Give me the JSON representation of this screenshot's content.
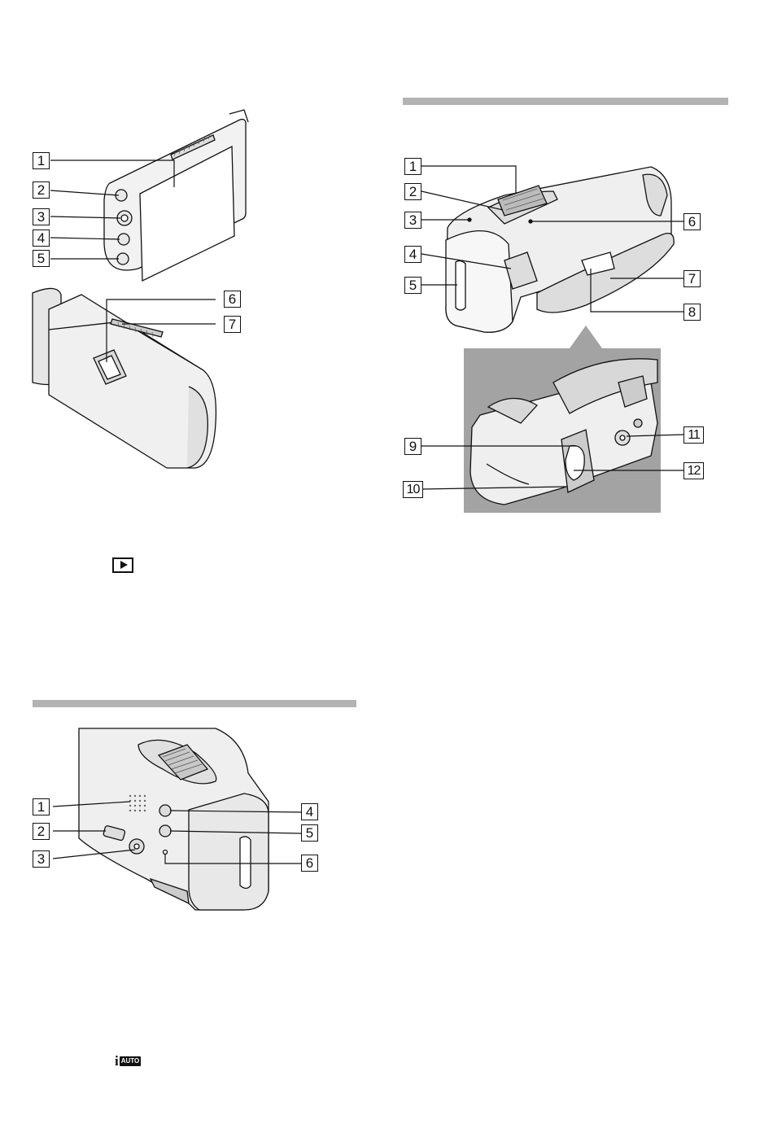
{
  "figures": [
    {
      "id": "lcd-panel",
      "callouts": [
        "1",
        "2",
        "3",
        "4",
        "5"
      ]
    },
    {
      "id": "lcd-back",
      "callouts": [
        "6",
        "7"
      ]
    },
    {
      "id": "rear-panel",
      "callouts": [
        "1",
        "2",
        "3",
        "4",
        "5",
        "6"
      ]
    },
    {
      "id": "top-side",
      "callouts": [
        "1",
        "2",
        "3",
        "4",
        "5",
        "6",
        "7",
        "8",
        "9",
        "10",
        "11",
        "12"
      ]
    }
  ],
  "icons": {
    "playback": "play-icon",
    "intelligent_auto": "iauto-icon",
    "iauto_letter": "i",
    "iauto_box": "AUTO"
  },
  "colors": {
    "section_bar": "#b3b3b3",
    "inset_background": "#a3a3a3"
  }
}
